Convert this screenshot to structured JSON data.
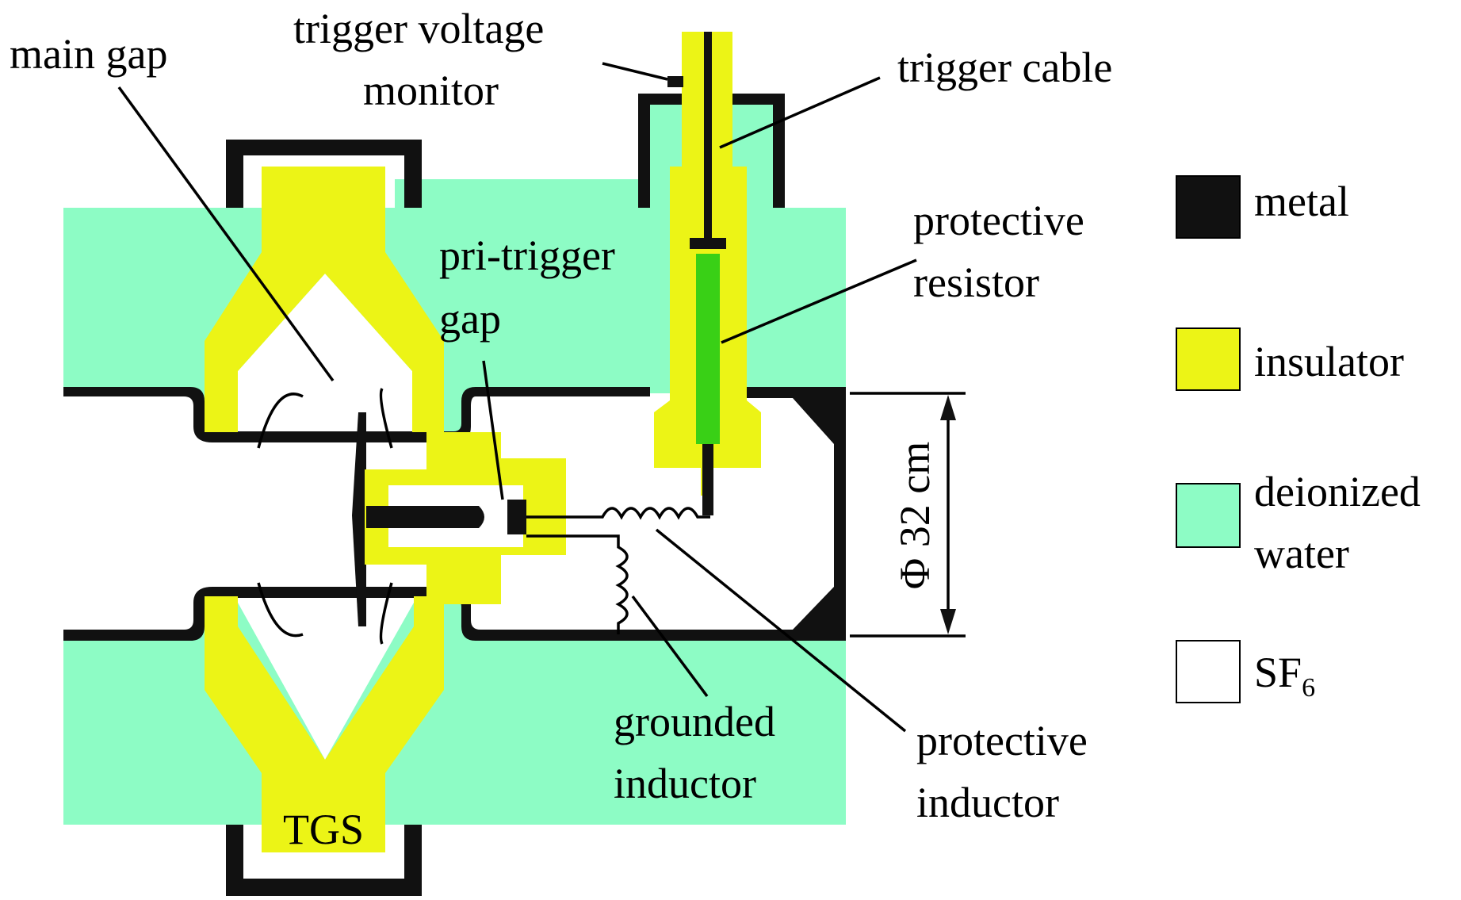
{
  "labels": {
    "main_gap": "main gap",
    "trigger_voltage_monitor_1": "trigger voltage",
    "trigger_voltage_monitor_2": "monitor",
    "trigger_cable": "trigger cable",
    "protective_resistor_1": "protective",
    "protective_resistor_2": "resistor",
    "pri_trigger_gap_1": "pri-trigger",
    "pri_trigger_gap_2": "gap",
    "grounded_inductor_1": "grounded",
    "grounded_inductor_2": "inductor",
    "protective_inductor_1": "protective",
    "protective_inductor_2": "inductor",
    "tgs": "TGS",
    "dimension": "Φ 32 cm"
  },
  "legend": [
    {
      "label": "metal",
      "color": "#111111"
    },
    {
      "label": "insulator",
      "color": "#ecf416"
    },
    {
      "label": "deionized",
      "label2": "water",
      "color": "#8dfcc5"
    },
    {
      "label": "SF",
      "sub": "6",
      "color": "#ffffff"
    }
  ],
  "colors": {
    "metal": "#111111",
    "insulator": "#ecf416",
    "water": "#8dfcc5",
    "sf6": "#ffffff",
    "resistor": "#39d016"
  }
}
